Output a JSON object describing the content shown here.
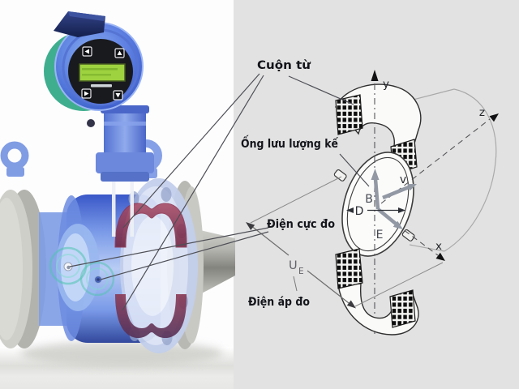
{
  "diagram": {
    "background_color": "#e2e2e2",
    "labels": {
      "coil": "Cuộn từ",
      "tube": "Ống lưu lượng kế",
      "electrodes": "Điện cực đo",
      "voltage": "Điện áp đo"
    },
    "symbols": {
      "voltage_base": "U",
      "voltage_subscript": "E",
      "flux_vector": "B",
      "diameter": "D",
      "efield_vector": "E",
      "velocity_vector": "v",
      "axis_x": "x",
      "axis_y": "y",
      "axis_z": "z"
    },
    "colors": {
      "label_text": "#14151b",
      "leader_line": "#4e4f56",
      "vector_gray": "#9299a4",
      "outline": "#2e2e2e"
    }
  },
  "photo": {
    "colors": {
      "background": "#fdfdfe",
      "body_blue": "#5b7fe0",
      "coil_red": "#8e3350",
      "coil_red_dark": "#6e2a46",
      "lcd_green": "#9ed23f",
      "teal_ring": "#4fc4ae",
      "flange_gray": "#b9b9b4"
    }
  }
}
